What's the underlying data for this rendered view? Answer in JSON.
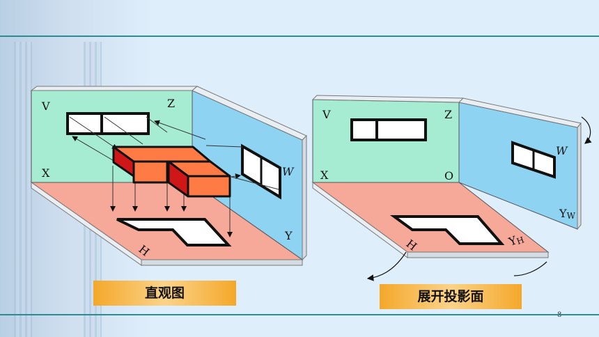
{
  "diagram": {
    "left_labels": {
      "v": "V",
      "z": "Z",
      "x": "X",
      "w": "W",
      "y": "Y",
      "h": "H"
    },
    "right_labels": {
      "v": "V",
      "z": "Z",
      "x": "X",
      "o": "O",
      "w": "W",
      "yw": "Y",
      "yw_sub": "W",
      "h": "H",
      "yh": "Y",
      "yh_sub": "H"
    }
  },
  "captions": {
    "left": "直观图",
    "right": "展开投影面"
  },
  "page_number": "8",
  "colors": {
    "v_plane": "#a6ecd2",
    "w_plane": "#8fd3f2",
    "h_plane": "#f6a899",
    "object_top": "#ff7b45",
    "object_side": "#d01818",
    "accent_rule": "#2b8c92"
  }
}
